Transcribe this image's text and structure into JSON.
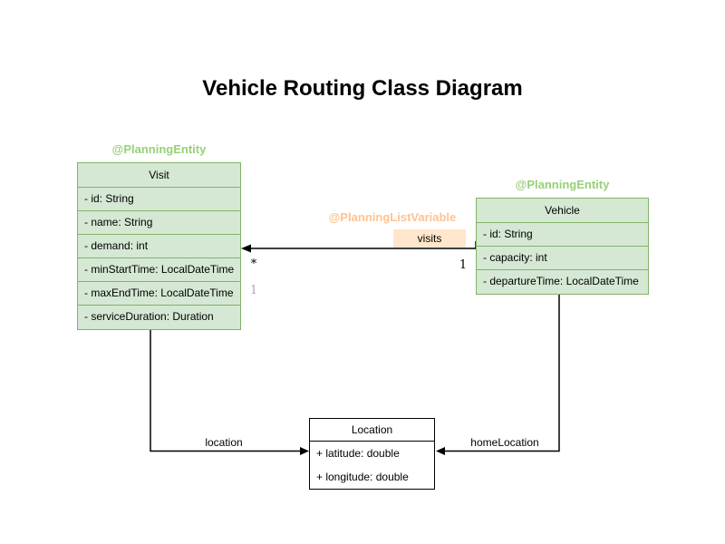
{
  "title": "Vehicle Routing Class Diagram",
  "classes": {
    "visit": {
      "annotation": "@PlanningEntity",
      "name": "Visit",
      "attributes": [
        "- id: String",
        "- name: String",
        "- demand: int",
        "- minStartTime: LocalDateTime",
        "- maxEndTime: LocalDateTime",
        "- serviceDuration: Duration"
      ]
    },
    "vehicle": {
      "annotation": "@PlanningEntity",
      "name": "Vehicle",
      "attributes": [
        "- id: String",
        "- capacity: int",
        "- departureTime: LocalDateTime"
      ]
    },
    "location": {
      "name": "Location",
      "attributes": [
        "+ latitude: double",
        "+ longitude: double"
      ]
    }
  },
  "relations": {
    "visits": {
      "annotation": "@PlanningListVariable",
      "label": "visits",
      "target_multiplicity": "*",
      "source_multiplicity": "1",
      "secondary_multiplicity": "1"
    },
    "location": {
      "label": "location"
    },
    "home_location": {
      "label": "homeLocation"
    }
  },
  "colors": {
    "entity_fill": "#d5e8d4",
    "entity_border": "#82b366",
    "entity_annotation_text": "#97d077",
    "list_variable_annotation_text": "#ffc38f",
    "visits_label_fill": "#ffe6cc",
    "plain_class_border": "#000000",
    "edge_stroke": "#000000",
    "secondary_multiplicity_text": "#b3a2c7"
  }
}
